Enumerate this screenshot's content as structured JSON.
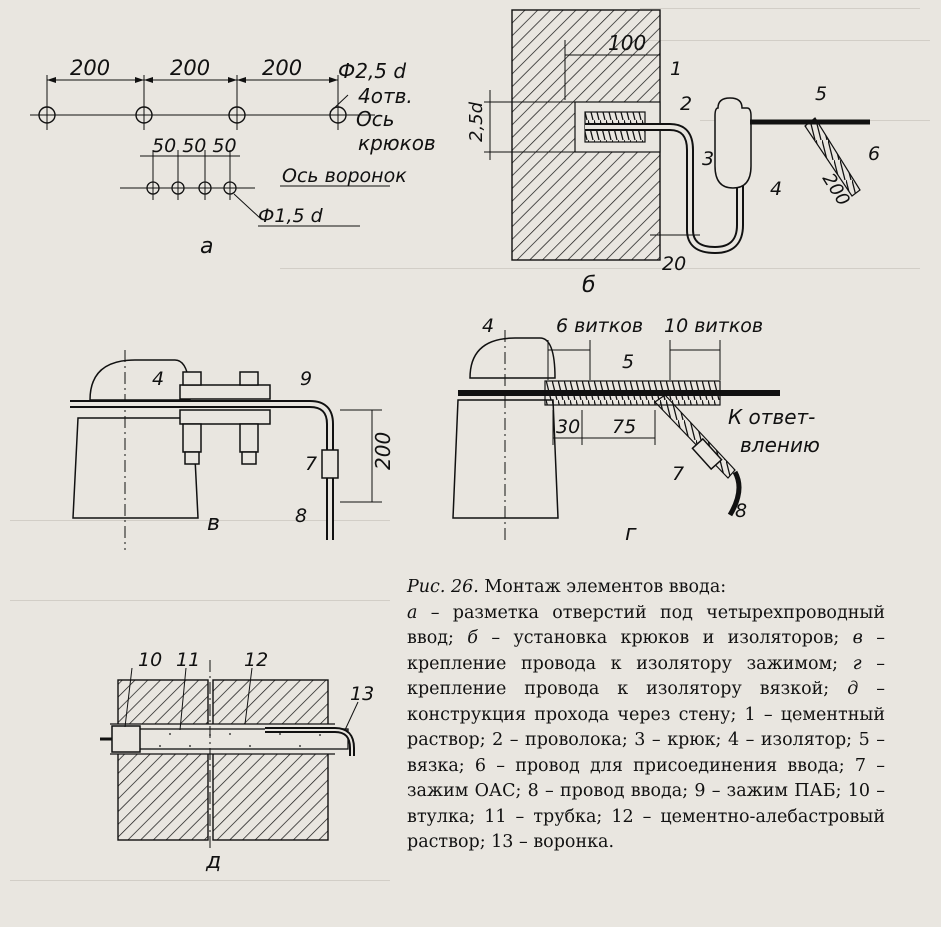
{
  "figure": {
    "panel_letters": {
      "a": "а",
      "b": "б",
      "v": "в",
      "g": "г",
      "d": "д"
    },
    "a": {
      "dim_top": [
        "200",
        "200",
        "200"
      ],
      "dim_small": "50 50 50",
      "hole_big": "Ф2,5 d",
      "holes_count": "4отв.",
      "axis_hooks_1": "Ось",
      "axis_hooks_2": "крюков",
      "axis_funnels": "Ось воронок",
      "hole_small": "Ф1,5 d"
    },
    "b": {
      "dim_100": "100",
      "dim_25d": "2,5d",
      "dim_20": "20",
      "dim_200": "200",
      "labels": [
        "1",
        "2",
        "3",
        "4",
        "5",
        "6"
      ]
    },
    "v": {
      "dim_200": "200",
      "labels": [
        "4",
        "9",
        "7",
        "8"
      ]
    },
    "g": {
      "turns_6": "6 витков",
      "turns_10": "10 витков",
      "dim_30": "30",
      "dim_75": "75",
      "branch_1": "К ответ-",
      "branch_2": "влению",
      "labels": [
        "4",
        "5",
        "7",
        "8"
      ]
    },
    "d": {
      "labels": [
        "10",
        "11",
        "12",
        "13"
      ]
    }
  },
  "caption": {
    "title_italic": "Рис. 26.",
    "title_rest": " Монтаж элементов ввода:",
    "items": [
      {
        "k": "а",
        "t": " – разметка отверстий под четырехпроводный ввод; "
      },
      {
        "k": "б",
        "t": " – установка крюков и изоляторов; "
      },
      {
        "k": "в",
        "t": " – крепление провода к изолятору зажимом; "
      },
      {
        "k": "г",
        "t": " – крепление провода к изолятору вязкой; "
      },
      {
        "k": "д",
        "t": " – конструкция прохода через стену; "
      },
      {
        "k": "1",
        "t": " – цементный раствор; "
      },
      {
        "k": "2",
        "t": " – проволока; "
      },
      {
        "k": "3",
        "t": " – крюк; "
      },
      {
        "k": "4",
        "t": " – изолятор; "
      },
      {
        "k": "5",
        "t": " – вязка; "
      },
      {
        "k": "6",
        "t": " – провод для присоединения ввода; "
      },
      {
        "k": "7",
        "t": " – зажим ОАС; "
      },
      {
        "k": "8",
        "t": " – провод ввода; "
      },
      {
        "k": "9",
        "t": " – зажим ПАБ; "
      },
      {
        "k": "10",
        "t": " – втулка; "
      },
      {
        "k": "11",
        "t": " – трубка; "
      },
      {
        "k": "12",
        "t": " – цементно-алебастровый раствор; "
      },
      {
        "k": "13",
        "t": " – воронка."
      }
    ]
  },
  "colors": {
    "ink": "#111111",
    "paper": "#e9e6e0",
    "ghost": "#c9c5be"
  }
}
